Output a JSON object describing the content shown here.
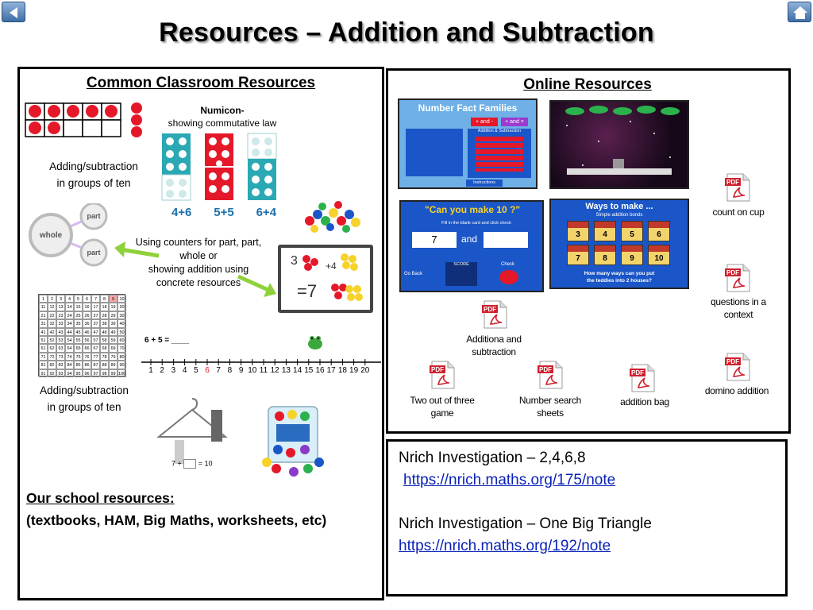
{
  "title": "Resources – Addition and Subtraction",
  "common": {
    "heading": "Common Classroom Resources",
    "numicon_title": "Numicon-",
    "numicon_sub": "showing commutative law",
    "numicon_labels": [
      "4+6",
      "5+5",
      "6+4"
    ],
    "adding_groups_1_line1": "Adding/subtraction",
    "adding_groups_1_line2": "in groups of ten",
    "part_whole": {
      "whole": "whole",
      "part1": "part",
      "part2": "part"
    },
    "counters_line1": "Using counters for part, part,",
    "counters_line2": "whole or",
    "counters_line3": "showing addition using",
    "counters_line4": "concrete resources",
    "board": {
      "a": "3",
      "plus": "+4",
      "eq": "=7"
    },
    "adding_groups_2_line1": "Adding/subtraction",
    "adding_groups_2_line2": "in groups of ten",
    "numberline": {
      "equation": "6 + 5 = ____",
      "ticks": [
        "1",
        "2",
        "3",
        "4",
        "5",
        "6",
        "7",
        "8",
        "9",
        "10",
        "11",
        "12",
        "13",
        "14",
        "15",
        "16",
        "17",
        "18",
        "19",
        "20"
      ]
    },
    "hanger": {
      "eq": "7 +",
      "res": "= 10"
    },
    "school_heading": "Our school resources:",
    "school_list": "(textbooks, HAM, Big Maths, worksheets, etc)"
  },
  "online": {
    "heading": "Online Resources",
    "nff": {
      "title": "Number Fact Families",
      "btn1": "+ and -",
      "btn2": "+ and ×",
      "label": "Addition & Subtraction",
      "instructions": "Instructions"
    },
    "make10": {
      "title": "\"Can you make 10 ?\"",
      "sub": "Fill in the blank card and click check",
      "value": "7",
      "and": "and",
      "score": "SCORE",
      "check": "Check",
      "go_back": "Go Back"
    },
    "ways": {
      "title": "Ways to make ...",
      "sub": "Simple addition bonds",
      "houses": [
        "3",
        "4",
        "5",
        "6",
        "7",
        "8",
        "9",
        "10"
      ],
      "question1": "How many ways can you put",
      "question2": "the teddies into 2 houses?"
    },
    "pdfs": {
      "count_on_cup": "count on cup",
      "questions_1": "questions in a",
      "questions_2": "context",
      "addsub_1": "Additiona and",
      "addsub_2": "subtraction",
      "domino": "domino addition",
      "two_of_three_1": "Two out of three",
      "two_of_three_2": "game",
      "number_search_1": "Number search",
      "number_search_2": "sheets",
      "addition_bag": "addition bag"
    },
    "pdf_icon_text": "PDF"
  },
  "nrich": {
    "item1": "Nrich Investigation – 2,4,6,8",
    "link1": "https://nrich.maths.org/175/note",
    "item2": "Nrich Investigation – One Big Triangle",
    "link2": "https://nrich.maths.org/192/note"
  },
  "colors": {
    "red": "#e5182a",
    "teal": "#2aa9b4",
    "blue_screen": "#1a56c8",
    "link": "#0a22b8"
  }
}
